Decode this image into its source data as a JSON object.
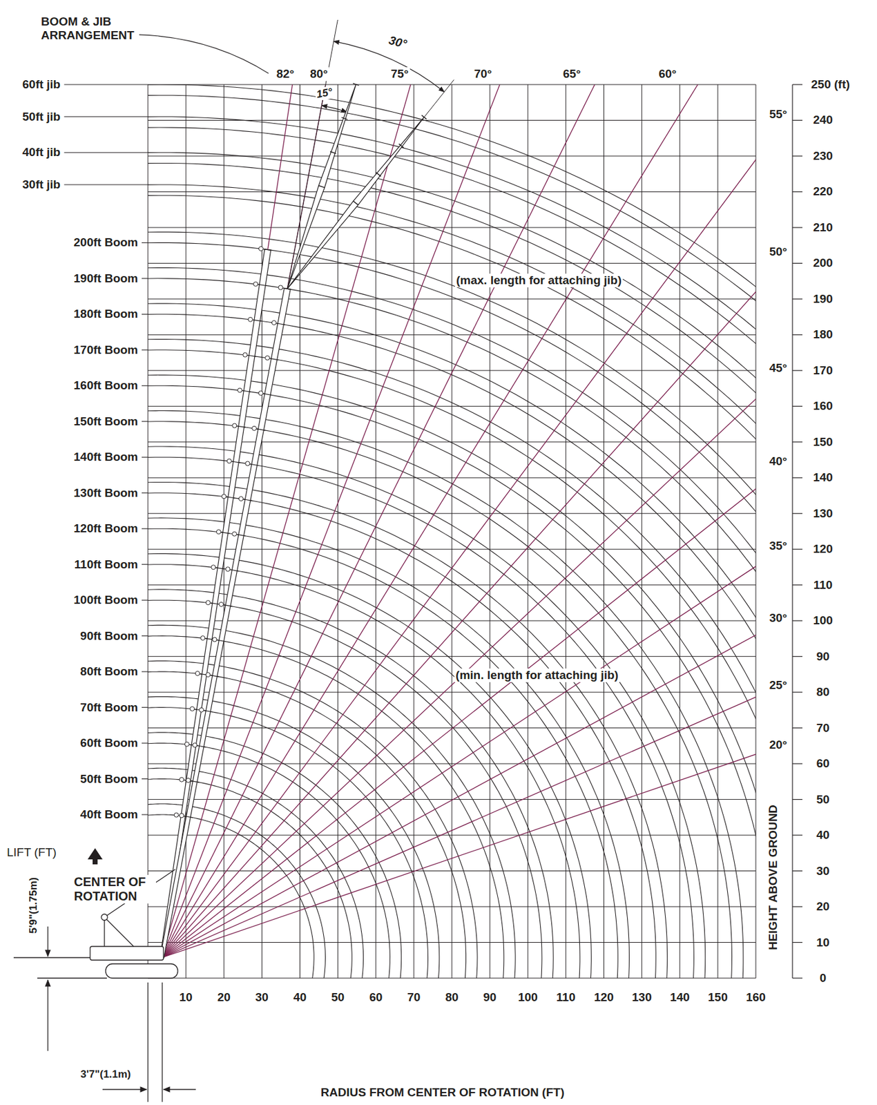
{
  "diagram": {
    "labels": [
      "BOOM & JIB ARRANGEMENT",
      "60ft jib",
      "50ft jib",
      "40ft jib",
      "30ft jib",
      "200ft Boom",
      "190ft Boom",
      "180ft Boom",
      "170ft Boom",
      "160ft Boom",
      "150ft Boom",
      "140ft Boom",
      "130ft Boom",
      "120ft Boom",
      "110ft Boom",
      "100ft Boom",
      "90ft Boom",
      "80ft Boom",
      "70ft Boom",
      "60ft Boom",
      "50ft Boom",
      "40ft Boom",
      "82°",
      "80°",
      "75°",
      "70°",
      "65°",
      "60°",
      "30°",
      "15°",
      "55°",
      "50°",
      "45°",
      "40°",
      "35°",
      "30°",
      "25°",
      "20°",
      "250 (ft)",
      "240",
      "230",
      "220",
      "210",
      "200",
      "190",
      "180",
      "170",
      "160",
      "150",
      "140",
      "130",
      "120",
      "110",
      "100",
      "90",
      "80",
      "70",
      "60",
      "50",
      "40",
      "30",
      "20",
      "10",
      "0",
      "10",
      "20",
      "30",
      "40",
      "50",
      "60",
      "70",
      "80",
      "90",
      "100",
      "110",
      "120",
      "130",
      "140",
      "150",
      "160",
      "(max. length for attaching jib)",
      "(min. length for attaching jib)",
      "LIFT (FT)",
      "CENTER OF ROTATION",
      "5'9\"(1.75m)",
      "3'7\"(1.1m)",
      "HEIGHT ABOVE GROUND",
      "RADIUS FROM CENTER OF ROTATION (FT)"
    ]
  }
}
